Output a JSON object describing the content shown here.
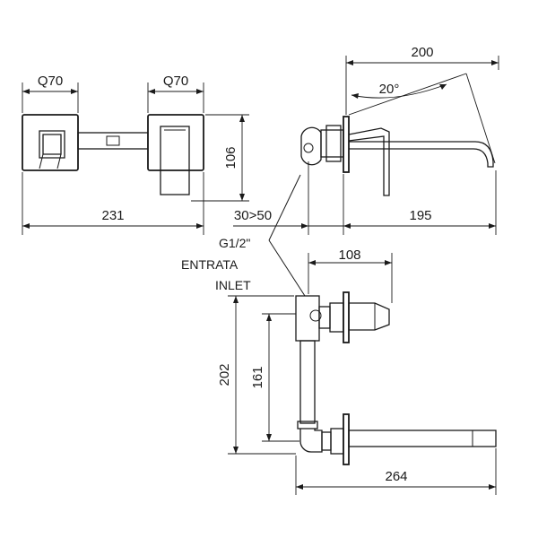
{
  "dimensions": {
    "left_plate_width": "Q70",
    "right_plate_width": "Q70",
    "overall_width": "231",
    "plate_height": "106",
    "spout_reach_top": "200",
    "swivel_angle": "20°",
    "wall_depth": "30>50",
    "spout_projection": "195",
    "inlet_offset": "108",
    "inlet_total_height": "202",
    "inlet_height": "161",
    "overall_depth_bottom": "264"
  },
  "notes": {
    "thread": "G1/2\"",
    "inlet_it": "ENTRATA",
    "inlet_en": "INLET"
  }
}
